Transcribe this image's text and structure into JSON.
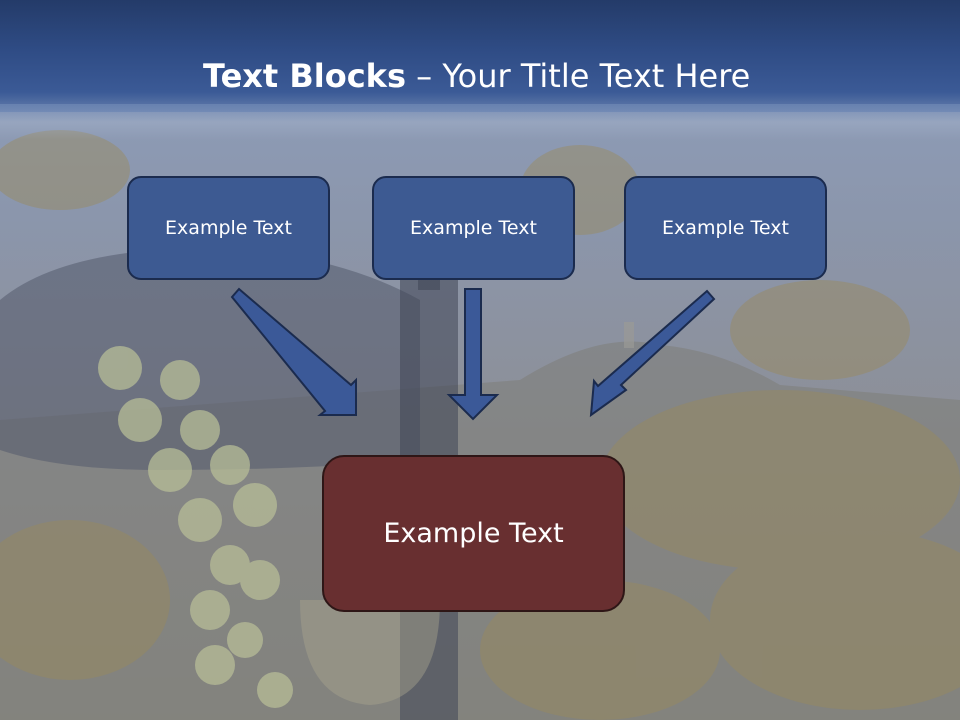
{
  "title": {
    "bold": "Text Blocks",
    "separator": " – ",
    "rest": "Your Title Text Here"
  },
  "blocks": [
    {
      "label": "Example Text"
    },
    {
      "label": "Example Text"
    },
    {
      "label": "Example Text"
    }
  ],
  "target": {
    "label": "Example Text"
  },
  "colors": {
    "header": "#2f4c85",
    "block_fill": "#3d5a92",
    "block_border": "#1b2b4e",
    "target_fill": "#682f30",
    "arrow_fill": "#3b5998"
  }
}
